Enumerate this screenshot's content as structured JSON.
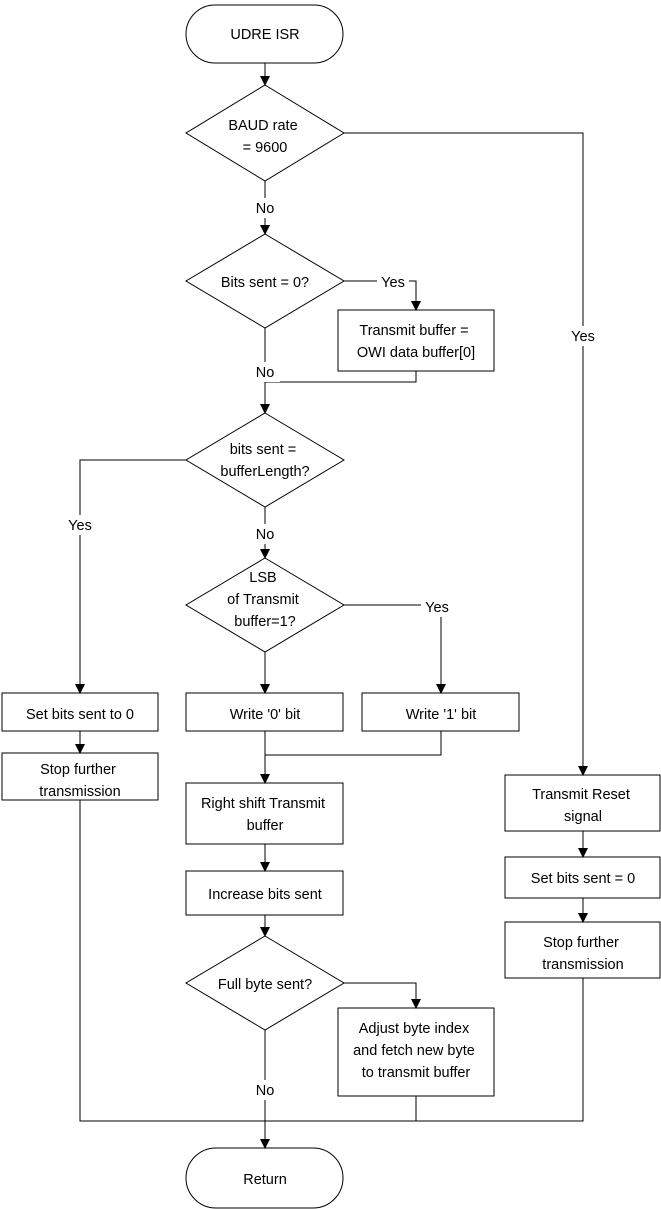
{
  "diagram": {
    "nodes": {
      "start": {
        "lines": [
          "UDRE ISR"
        ]
      },
      "baud_check": {
        "lines": [
          "BAUD rate",
          "= 9600"
        ]
      },
      "bits_zero_check": {
        "lines": [
          "Bits sent = 0?"
        ]
      },
      "load_buffer": {
        "lines": [
          "Transmit buffer =",
          "OWI data buffer[0]"
        ]
      },
      "length_check": {
        "lines": [
          "bits sent =",
          "bufferLength?"
        ]
      },
      "lsb_check": {
        "lines": [
          "LSB",
          "of Transmit",
          "buffer=1?"
        ]
      },
      "write_zero": {
        "lines": [
          "Write '0' bit"
        ]
      },
      "write_one": {
        "lines": [
          "Write '1' bit"
        ]
      },
      "reset_bits_left": {
        "lines": [
          "Set bits sent  to 0"
        ]
      },
      "stop_left": {
        "lines": [
          "Stop further",
          "transmission"
        ]
      },
      "shift_buffer": {
        "lines": [
          "Right shift Transmit",
          "buffer"
        ]
      },
      "increase_bits": {
        "lines": [
          "Increase bits sent"
        ]
      },
      "full_byte_check": {
        "lines": [
          "Full byte sent?"
        ]
      },
      "next_byte": {
        "lines": [
          "Adjust byte index",
          "and fetch new byte",
          "to transmit buffer"
        ]
      },
      "transmit_reset": {
        "lines": [
          "Transmit Reset",
          "signal"
        ]
      },
      "reset_bits_right": {
        "lines": [
          "Set bits sent = 0"
        ]
      },
      "stop_right": {
        "lines": [
          "Stop further",
          "transmission"
        ]
      },
      "end": {
        "lines": [
          "Return"
        ]
      }
    },
    "edge_labels": {
      "baud_no": "No",
      "baud_yes": "Yes",
      "bits_zero_yes": "Yes",
      "bits_zero_no": "No",
      "length_yes": "Yes",
      "length_no": "No",
      "lsb_yes": "Yes",
      "full_byte_no": "No"
    }
  }
}
